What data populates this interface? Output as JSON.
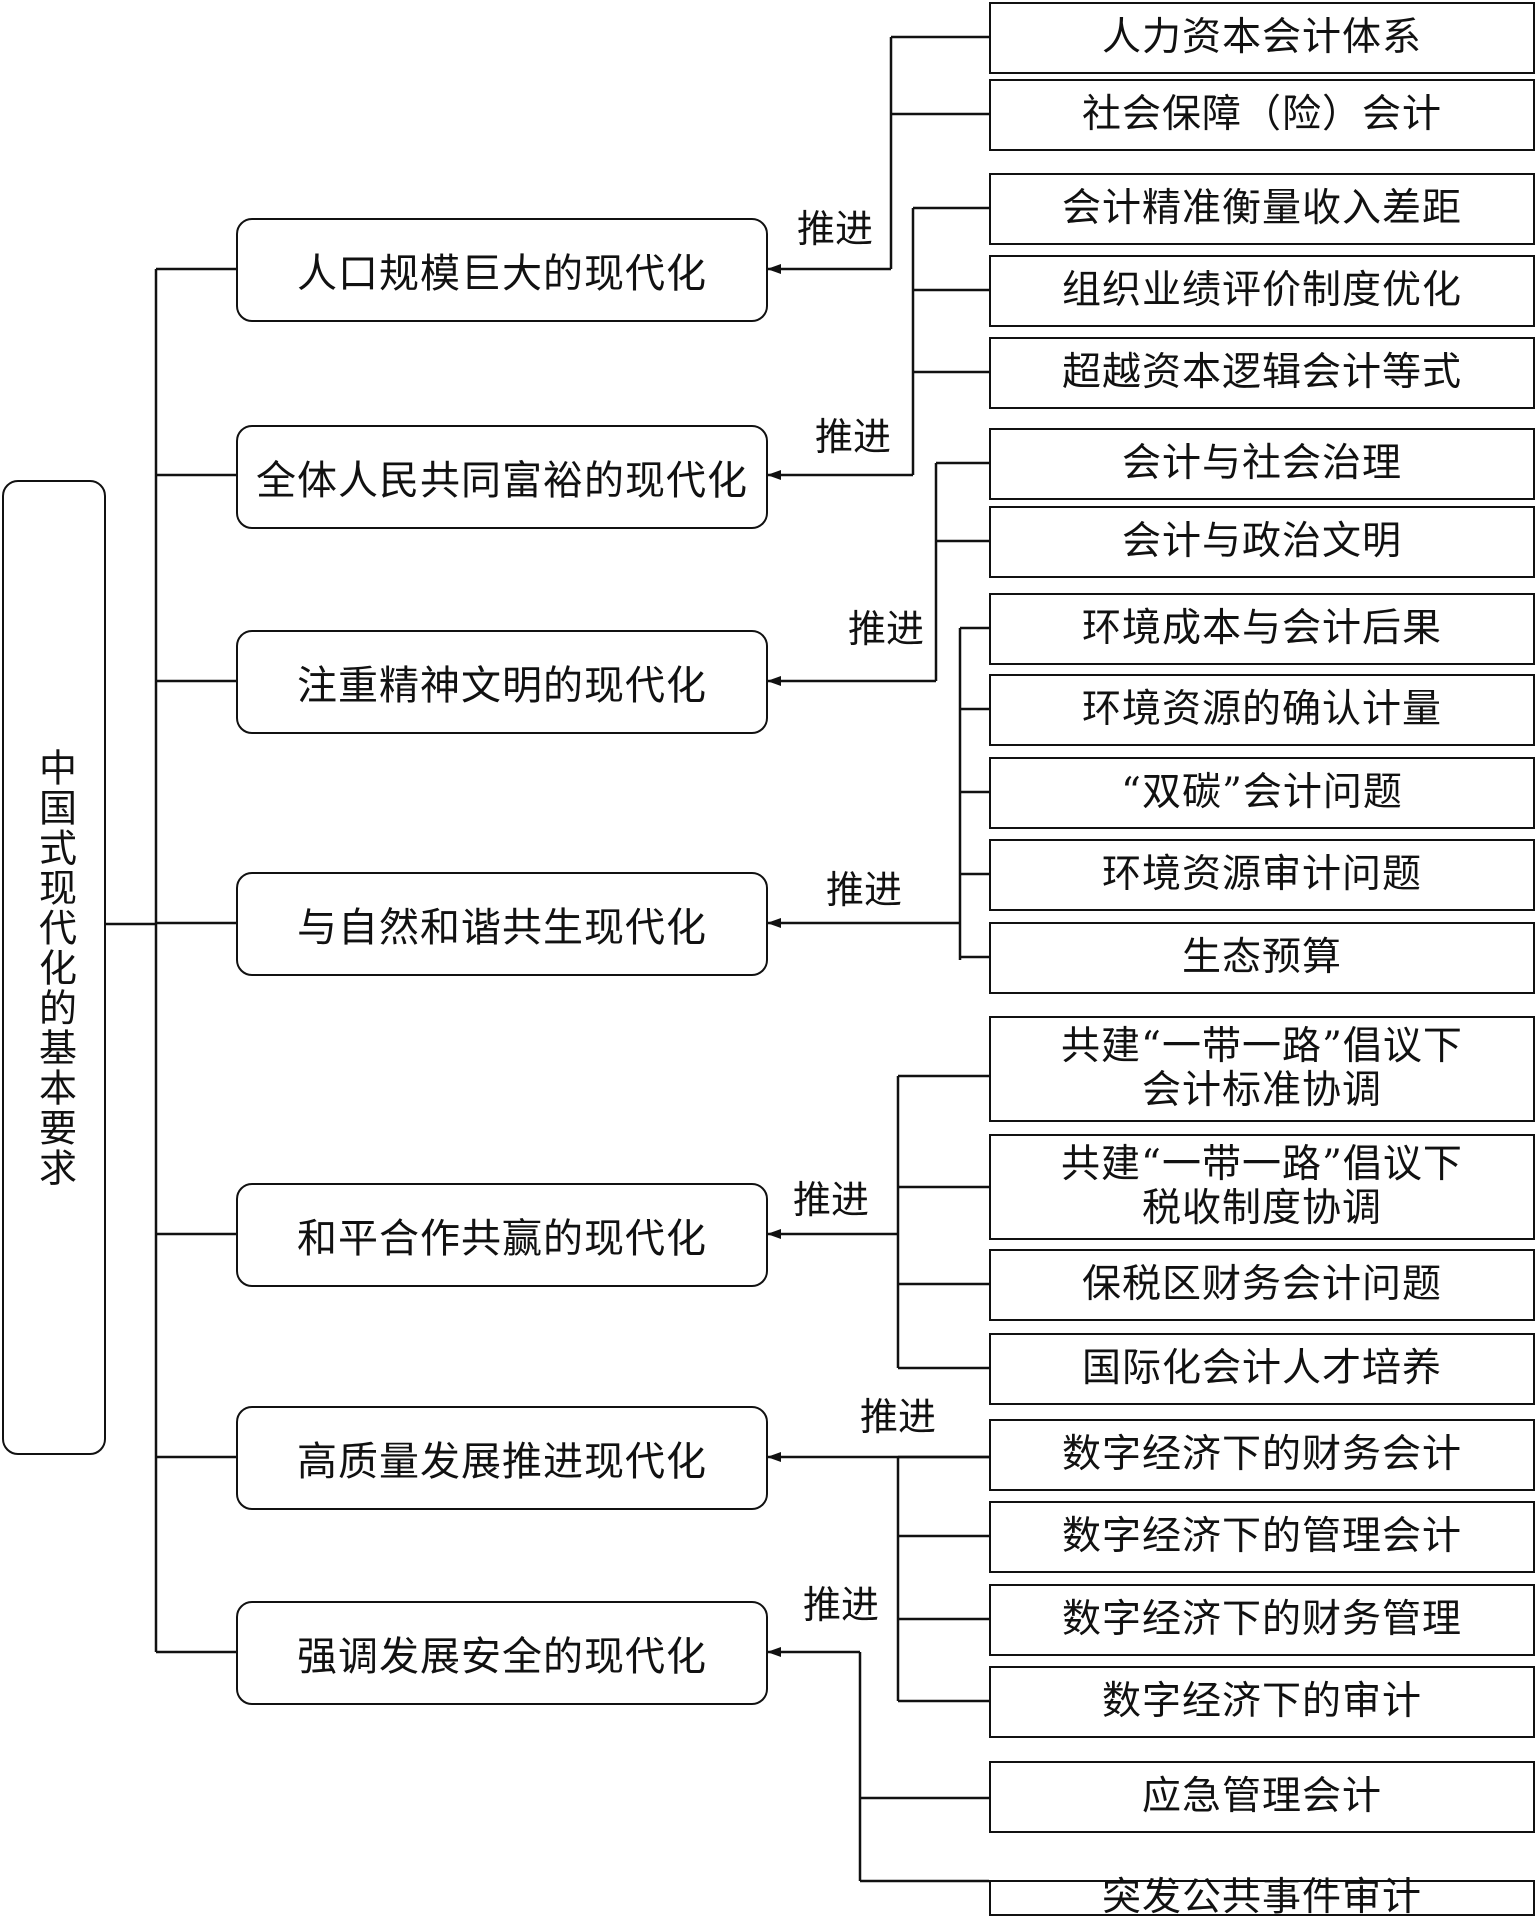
{
  "root": "中国式现代化的基本要求",
  "requirements": [
    "人口规模巨大的现代化",
    "全体人民共同富裕的现代化",
    "注重精神文明的现代化",
    "与自然和谐共生现代化",
    "和平合作共赢的现代化",
    "高质量发展推进现代化",
    "强调发展安全的现代化"
  ],
  "arrow_label": "推进",
  "items": [
    [
      "人力资本会计体系"
    ],
    [
      "社会保障（险）会计"
    ],
    [
      "会计精准衡量收入差距"
    ],
    [
      "组织业绩评价制度优化"
    ],
    [
      "超越资本逻辑会计等式"
    ],
    [
      "会计与社会治理"
    ],
    [
      "会计与政治文明"
    ],
    [
      "环境成本与会计后果"
    ],
    [
      "环境资源的确认计量"
    ],
    [
      "“双碳”会计问题"
    ],
    [
      "环境资源审计问题"
    ],
    [
      "生态预算"
    ],
    [
      "共建“一带一路”倡议下",
      "会计标准协调"
    ],
    [
      "共建“一带一路”倡议下",
      "税收制度协调"
    ],
    [
      "保税区财务会计问题"
    ],
    [
      "国际化会计人才培养"
    ],
    [
      "数字经济下的财务会计"
    ],
    [
      "数字经济下的管理会计"
    ],
    [
      "数字经济下的财务管理"
    ],
    [
      "数字经济下的审计"
    ],
    [
      "应急管理会计"
    ],
    [
      "突发公共事件审计"
    ]
  ]
}
